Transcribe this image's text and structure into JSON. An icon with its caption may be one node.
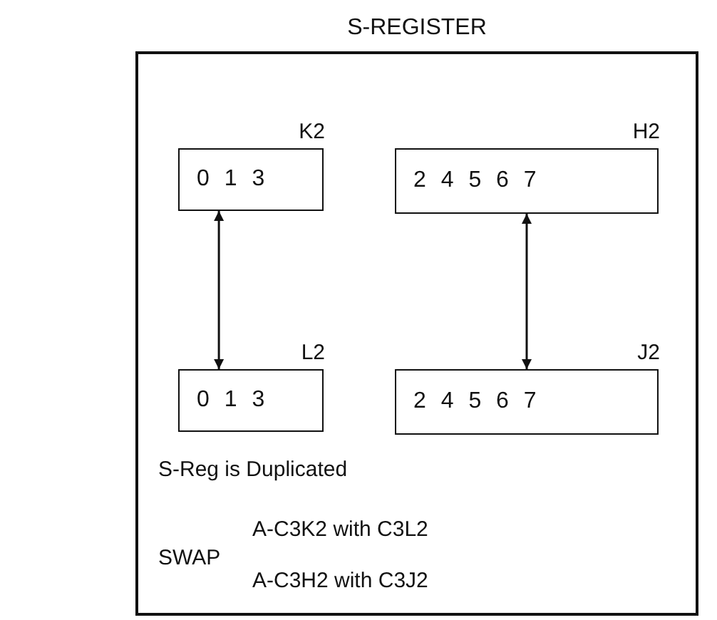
{
  "diagram": {
    "nodes": [
      {
        "text": [
          "S-REGISTER"
        ]
      },
      {
        "text": [
          "K2",
          "0 1 3"
        ],
        "in": 0
      },
      {
        "text": [
          "H2",
          "2 4 5 6 7"
        ],
        "in": 0
      },
      {
        "text": [
          "L2",
          "0 1 3"
        ],
        "in": 0
      },
      {
        "text": [
          "J2",
          "2 4 5 6 7"
        ],
        "in": 0
      }
    ],
    "edges": [
      {
        "from": 1,
        "to": 3,
        "arrow": "both"
      },
      {
        "from": 2,
        "to": 4,
        "arrow": "both"
      }
    ],
    "labels": [
      "S-Reg is Duplicated",
      "SWAP",
      "A-C3K2 with C3L2",
      "A-C3H2 with C3J2"
    ]
  }
}
